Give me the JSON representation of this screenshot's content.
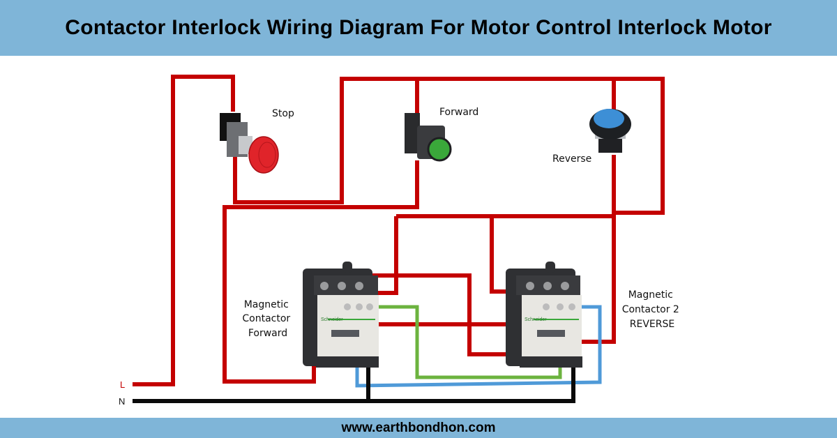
{
  "header": {
    "title": "Contactor Interlock Wiring Diagram For Motor Control Interlock Motor"
  },
  "footer": {
    "website": "www.earthbondhon.com"
  },
  "lines": {
    "live": "L",
    "neutral": "N"
  },
  "components": {
    "stop_button": {
      "label": "Stop",
      "color": "#d8262a"
    },
    "forward_button": {
      "label": "Forward",
      "color": "#3aa83a"
    },
    "reverse_button": {
      "label": "Reverse",
      "color": "#3d8fd6"
    },
    "contactor_forward": {
      "label_lines": [
        "Magnetic",
        "Contactor",
        "Forward"
      ],
      "brand": "Schneider"
    },
    "contactor_reverse": {
      "label_lines": [
        "Magnetic",
        "Contactor 2",
        "REVERSE"
      ],
      "brand": "Schneider"
    }
  },
  "wire_colors": {
    "red": "#c40000",
    "green": "#6cb33f",
    "blue": "#4f9ad8",
    "black": "#0a0a0a"
  }
}
